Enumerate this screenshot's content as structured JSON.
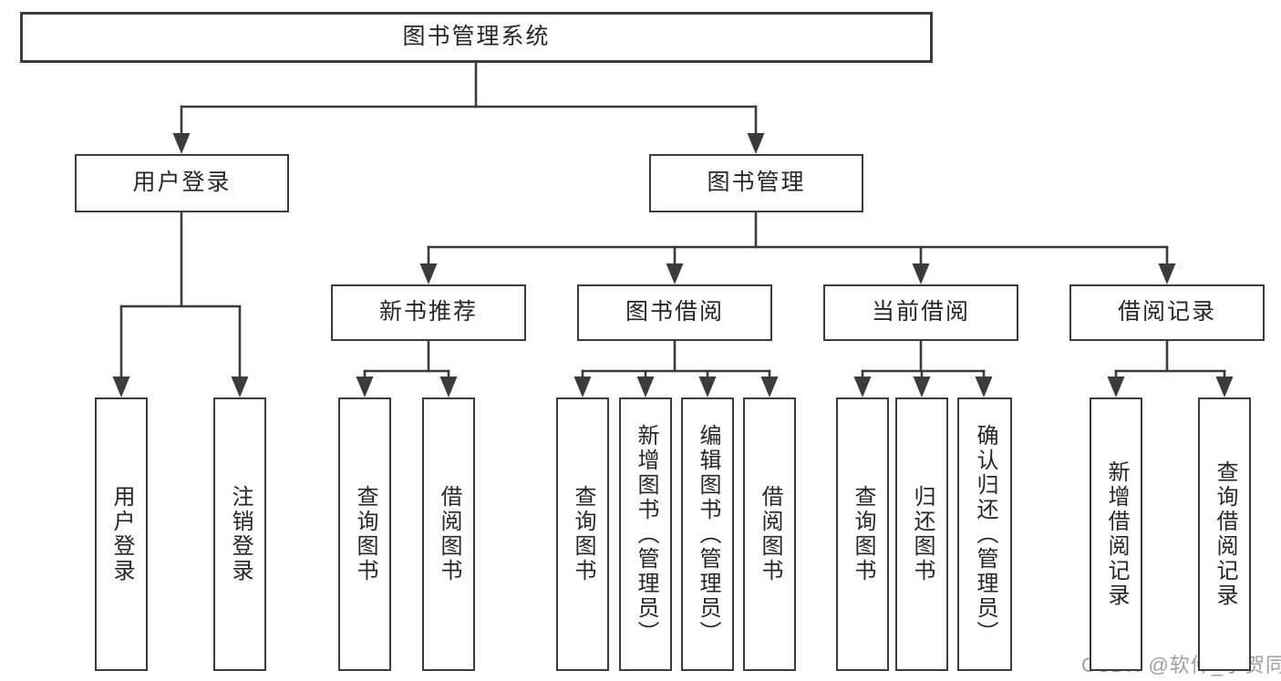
{
  "tree": {
    "root": {
      "label": "图书管理系统"
    },
    "branches": [
      {
        "label": "用户登录",
        "children": [
          {
            "label": "用户登录"
          },
          {
            "label": "注销登录"
          }
        ]
      },
      {
        "label": "图书管理",
        "children": [
          {
            "label": "新书推荐",
            "children": [
              {
                "label": "查询图书"
              },
              {
                "label": "借阅图书"
              }
            ]
          },
          {
            "label": "图书借阅",
            "children": [
              {
                "label": "查询图书"
              },
              {
                "label": "新增图书（管理员）"
              },
              {
                "label": "编辑图书（管理员）"
              },
              {
                "label": "借阅图书"
              }
            ]
          },
          {
            "label": "当前借阅",
            "children": [
              {
                "label": "查询图书"
              },
              {
                "label": "归还图书"
              },
              {
                "label": "确认归还（管理员）"
              }
            ]
          },
          {
            "label": "借阅记录",
            "children": [
              {
                "label": "新增借阅记录"
              },
              {
                "label": "查询借阅记录"
              }
            ]
          }
        ]
      }
    ]
  },
  "watermark": {
    "text": "CSDN @软件_小贺同学"
  },
  "colors": {
    "line": "#3b3b3b",
    "box_background": "#ffffff",
    "text": "#262626",
    "watermark": "#9aa0a6"
  }
}
